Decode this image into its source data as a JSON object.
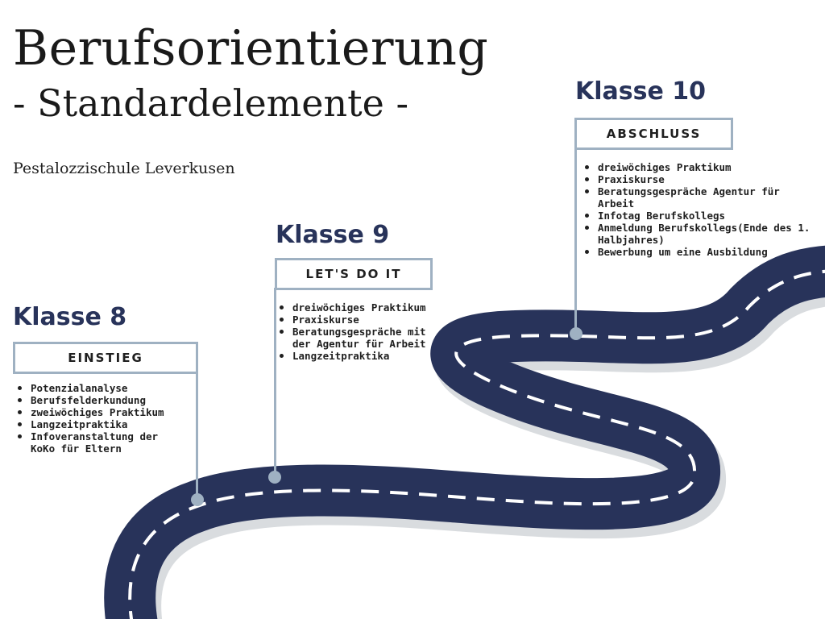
{
  "header": {
    "title": "Berufsorientierung",
    "subtitle": "- Standardelemente -",
    "school": "Pestalozzischule Leverkusen"
  },
  "colors": {
    "road": "#28335a",
    "road_shadow": "#d9dcdf",
    "road_marking": "#ffffff",
    "accent_line": "#9fb1c2",
    "heading": "#28335a"
  },
  "stages": [
    {
      "heading": "Klasse 8",
      "label": "EINSTIEG",
      "items": [
        "Potenzialanalyse",
        "Berufsfelderkundung",
        "zweiwöchiges Praktikum",
        "Langzeitpraktika",
        "Infoveranstaltung der KoKo für Eltern"
      ]
    },
    {
      "heading": "Klasse 9",
      "label": "LET'S DO IT",
      "items": [
        "dreiwöchiges Praktikum",
        "Praxiskurse",
        "Beratungsgespräche mit der Agentur für Arbeit",
        "Langzeitpraktika"
      ]
    },
    {
      "heading": "Klasse 10",
      "label": "ABSCHLUSS",
      "items": [
        "dreiwöchiges Praktikum",
        "Praxiskurse",
        "Beratungsgespräche Agentur für Arbeit",
        "Infotag Berufskollegs",
        "Anmeldung Berufskollegs(Ende des 1. Halbjahres)",
        "Bewerbung um eine Ausbildung"
      ]
    }
  ]
}
